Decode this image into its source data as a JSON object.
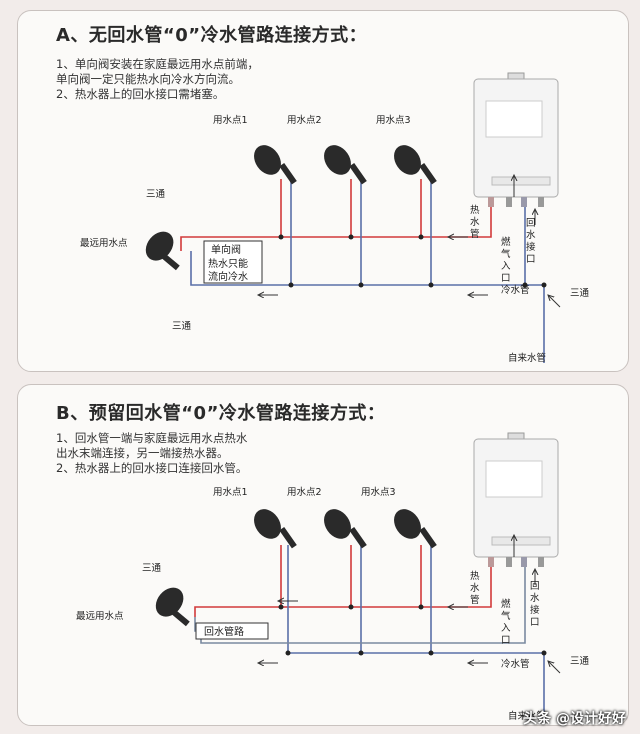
{
  "colors": {
    "hot": "#d23a3a",
    "cold": "#5a6fa8",
    "text": "#222222"
  },
  "panel_a": {
    "title": "A、无回水管“0”冷水管路连接方式：",
    "notes": [
      "1、单向阀安装在家庭最远用水点前端，",
      "     单向阀一定只能热水向冷水方向流。",
      "2、热水器上的回水接口需堵塞。"
    ],
    "labels": {
      "tap1": "用水点1",
      "tap2": "用水点2",
      "tap3": "用水点3",
      "farthest": "最远用水点",
      "tee_top": "三通",
      "tee_bottom": "三通",
      "tee_right": "三通",
      "valve_box": [
        "单向阀",
        "热水只能",
        "流向冷水"
      ],
      "hot_pipe": [
        "热",
        "水",
        "管"
      ],
      "gas_inlet": [
        "燃",
        "气",
        "入",
        "口"
      ],
      "return_port": [
        "回",
        "水",
        "接",
        "口"
      ],
      "cold_pipe": "冷水管",
      "tap_water": "自来水管"
    }
  },
  "panel_b": {
    "title": "B、预留回水管“0”冷水管路连接方式：",
    "notes": [
      "1、回水管一端与家庭最远用水点热水",
      "     出水末端连接，另一端接热水器。",
      "2、热水器上的回水接口连接回水管。"
    ],
    "labels": {
      "tap1": "用水点1",
      "tap2": "用水点2",
      "tap3": "用水点3",
      "farthest": "最远用水点",
      "tee_top": "三通",
      "tee_right": "三通",
      "return_line": "回水管路",
      "hot_pipe": [
        "热",
        "水",
        "管"
      ],
      "gas_inlet": [
        "燃",
        "气",
        "入",
        "口"
      ],
      "return_port": [
        "回",
        "水",
        "接",
        "口"
      ],
      "cold_pipe": "冷水管",
      "tap_water": "自来水管"
    }
  },
  "watermark": "头条 @设计好好"
}
